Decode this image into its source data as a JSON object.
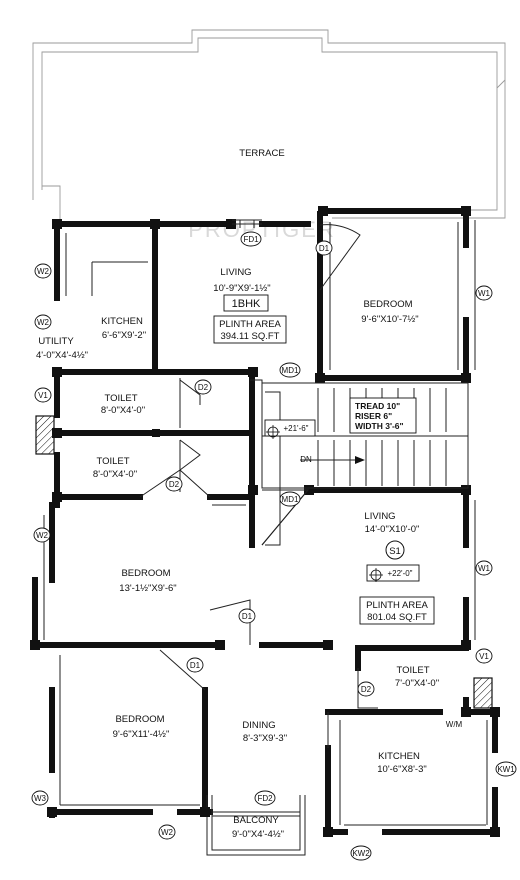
{
  "watermark": "PROPTIGER",
  "terrace": {
    "label": "TERRACE"
  },
  "flat_1bhk": {
    "living": {
      "name": "LIVING",
      "dim": "10'-9\"X9'-1½\""
    },
    "type_label": "1BHK",
    "plinth_area": {
      "title": "PLINTH AREA",
      "value": "394.11 SQ.FT"
    },
    "bedroom": {
      "name": "BEDROOM",
      "dim": "9'-6\"X10'-7½\""
    },
    "kitchen": {
      "name": "KITCHEN",
      "dim": "6'-6\"X9'-2\""
    },
    "utility": {
      "name": "UTILITY",
      "dim": "4'-0\"X4'-4½\""
    },
    "toilet": {
      "name": "TOILET",
      "dim": "8'-0\"X4'-0\""
    }
  },
  "stair": {
    "tread": "TREAD 10\"",
    "riser": "RISER  6\"",
    "width": "WIDTH 3'-6\"",
    "dn": "DN",
    "level": "+21'-6\""
  },
  "flat_s1": {
    "toilet": {
      "name": "TOILET",
      "dim": "8'-0\"X4'-0\""
    },
    "bedroom_main": {
      "name": "BEDROOM",
      "dim": "13'-1½\"X9'-6\""
    },
    "living": {
      "name": "LIVING",
      "dim": "14'-0\"X10'-0\""
    },
    "unit_tag": "S1",
    "level": "+22'-0\"",
    "plinth_area": {
      "title": "PLINTH AREA",
      "value": "801.04 SQ.FT"
    },
    "toilet_right": {
      "name": "TOILET",
      "dim": "7'-0\"X4'-0\""
    },
    "bedroom_low": {
      "name": "BEDROOM",
      "dim": "9'-6\"X11'-4½\""
    },
    "dining": {
      "name": "DINING",
      "dim": "8'-3\"X9'-3\""
    },
    "kitchen": {
      "name": "KITCHEN",
      "dim": "10'-6\"X8'-3\""
    },
    "balcony": {
      "name": "BALCONY",
      "dim": "9'-0\"X4'-4½\""
    },
    "wm_label": "W/M"
  },
  "door_window_tags": {
    "FD1": "FD1",
    "FD2": "FD2",
    "D1": "D1",
    "D2": "D2",
    "MD1": "MD1",
    "W1": "W1",
    "W2": "W2",
    "W3": "W3",
    "V1": "V1",
    "KW1": "KW1",
    "KW2": "KW2"
  }
}
